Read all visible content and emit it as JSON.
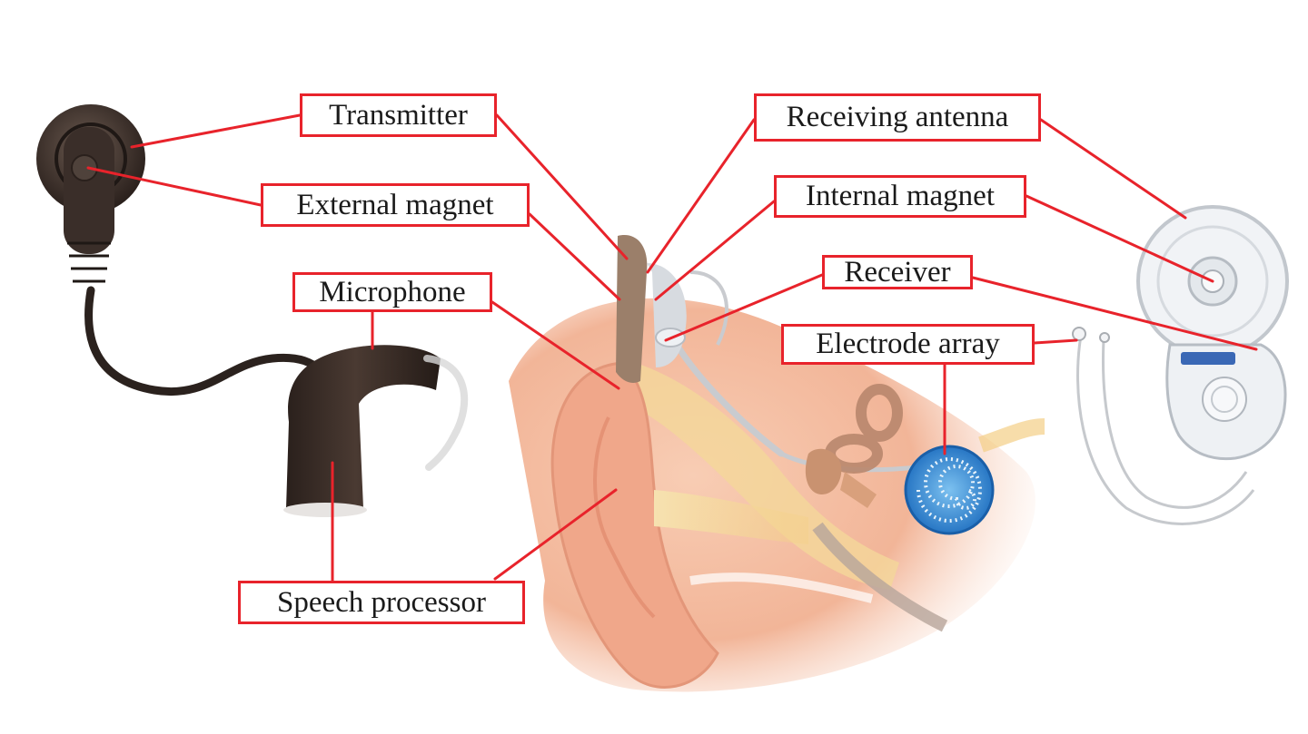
{
  "labels": {
    "transmitter": "Transmitter",
    "external_magnet": "External magnet",
    "microphone": "Microphone",
    "speech_processor": "Speech processor",
    "receiving_antenna": "Receiving antenna",
    "internal_magnet": "Internal magnet",
    "receiver": "Receiver",
    "electrode_array": "Electrode array"
  },
  "colors": {
    "label_border": "#e8232b",
    "leader_line": "#e8232b",
    "processor_body": "#3b2e28",
    "skin": "#f3b99c",
    "cochlea": "#2f8ad8",
    "implant": "#dfe6ee"
  }
}
